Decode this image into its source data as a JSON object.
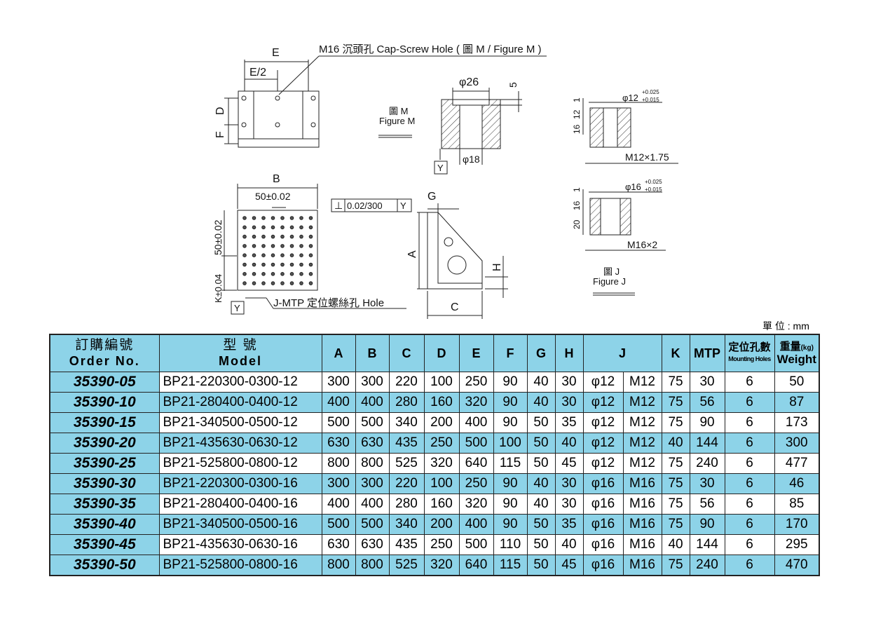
{
  "drawing": {
    "top_view": {
      "E": "E",
      "E_half": "E/2",
      "D": "D",
      "F": "F"
    },
    "callout": "M16 沉頭孔 Cap-Screw Hole ( 圖 M / Figure M )",
    "figure_m": {
      "label_cn": "圖 M",
      "label_en": "Figure M",
      "phi26": "φ26",
      "phi18": "φ18",
      "five": "5",
      "datum": "Y"
    },
    "figure_j": {
      "label_cn": "圖 J",
      "label_en": "Figure J",
      "j12": {
        "dia": "φ12",
        "tol_up": "+0.025",
        "tol_low": "+0.015",
        "d1": "1",
        "d12": "12",
        "d16": "16",
        "thread": "M12×1.75"
      },
      "j16": {
        "dia": "φ16",
        "tol_up": "+0.025",
        "tol_low": "+0.015",
        "d1": "1",
        "d16": "16",
        "d20": "20",
        "thread": "M16×2"
      }
    },
    "plate": {
      "B": "B",
      "pitch_h": "50±0.02",
      "pitch_v": "50±0.02",
      "K": "K±0.04",
      "datum": "Y",
      "hole_label": "J-MTP 定位螺絲孔 Hole"
    },
    "side": {
      "tolerance": "⊥",
      "tolerance_value": "0.02/300",
      "datum": "Y",
      "G": "G",
      "A": "A",
      "H": "H",
      "C": "C"
    }
  },
  "unit": "單 位 : mm",
  "table": {
    "headers": {
      "order_cn": "訂購編號",
      "order_en": "Order No.",
      "model_cn": "型 號",
      "model_en": "Model",
      "cols": [
        "A",
        "B",
        "C",
        "D",
        "E",
        "F",
        "G",
        "H"
      ],
      "J": "J",
      "K": "K",
      "MTP": "MTP",
      "holes_cn": "定位孔數",
      "holes_en": "Mounting Holes",
      "weight_cn": "重量",
      "weight_unit": "(kg)",
      "weight_en": "Weight"
    },
    "rows": [
      [
        "35390-05",
        "BP21-220300-0300-12",
        "300",
        "300",
        "220",
        "100",
        "250",
        "90",
        "40",
        "30",
        "φ12",
        "M12",
        "75",
        "30",
        "6",
        "50"
      ],
      [
        "35390-10",
        "BP21-280400-0400-12",
        "400",
        "400",
        "280",
        "160",
        "320",
        "90",
        "40",
        "30",
        "φ12",
        "M12",
        "75",
        "56",
        "6",
        "87"
      ],
      [
        "35390-15",
        "BP21-340500-0500-12",
        "500",
        "500",
        "340",
        "200",
        "400",
        "90",
        "50",
        "35",
        "φ12",
        "M12",
        "75",
        "90",
        "6",
        "173"
      ],
      [
        "35390-20",
        "BP21-435630-0630-12",
        "630",
        "630",
        "435",
        "250",
        "500",
        "100",
        "50",
        "40",
        "φ12",
        "M12",
        "40",
        "144",
        "6",
        "300"
      ],
      [
        "35390-25",
        "BP21-525800-0800-12",
        "800",
        "800",
        "525",
        "320",
        "640",
        "115",
        "50",
        "45",
        "φ12",
        "M12",
        "75",
        "240",
        "6",
        "477"
      ],
      [
        "35390-30",
        "BP21-220300-0300-16",
        "300",
        "300",
        "220",
        "100",
        "250",
        "90",
        "40",
        "30",
        "φ16",
        "M16",
        "75",
        "30",
        "6",
        "46"
      ],
      [
        "35390-35",
        "BP21-280400-0400-16",
        "400",
        "400",
        "280",
        "160",
        "320",
        "90",
        "40",
        "30",
        "φ16",
        "M16",
        "75",
        "56",
        "6",
        "85"
      ],
      [
        "35390-40",
        "BP21-340500-0500-16",
        "500",
        "500",
        "340",
        "200",
        "400",
        "90",
        "50",
        "35",
        "φ16",
        "M16",
        "75",
        "90",
        "6",
        "170"
      ],
      [
        "35390-45",
        "BP21-435630-0630-16",
        "630",
        "630",
        "435",
        "250",
        "500",
        "110",
        "50",
        "40",
        "φ16",
        "M16",
        "40",
        "144",
        "6",
        "295"
      ],
      [
        "35390-50",
        "BP21-525800-0800-16",
        "800",
        "800",
        "525",
        "320",
        "640",
        "115",
        "50",
        "45",
        "φ16",
        "M16",
        "75",
        "240",
        "6",
        "470"
      ]
    ]
  }
}
